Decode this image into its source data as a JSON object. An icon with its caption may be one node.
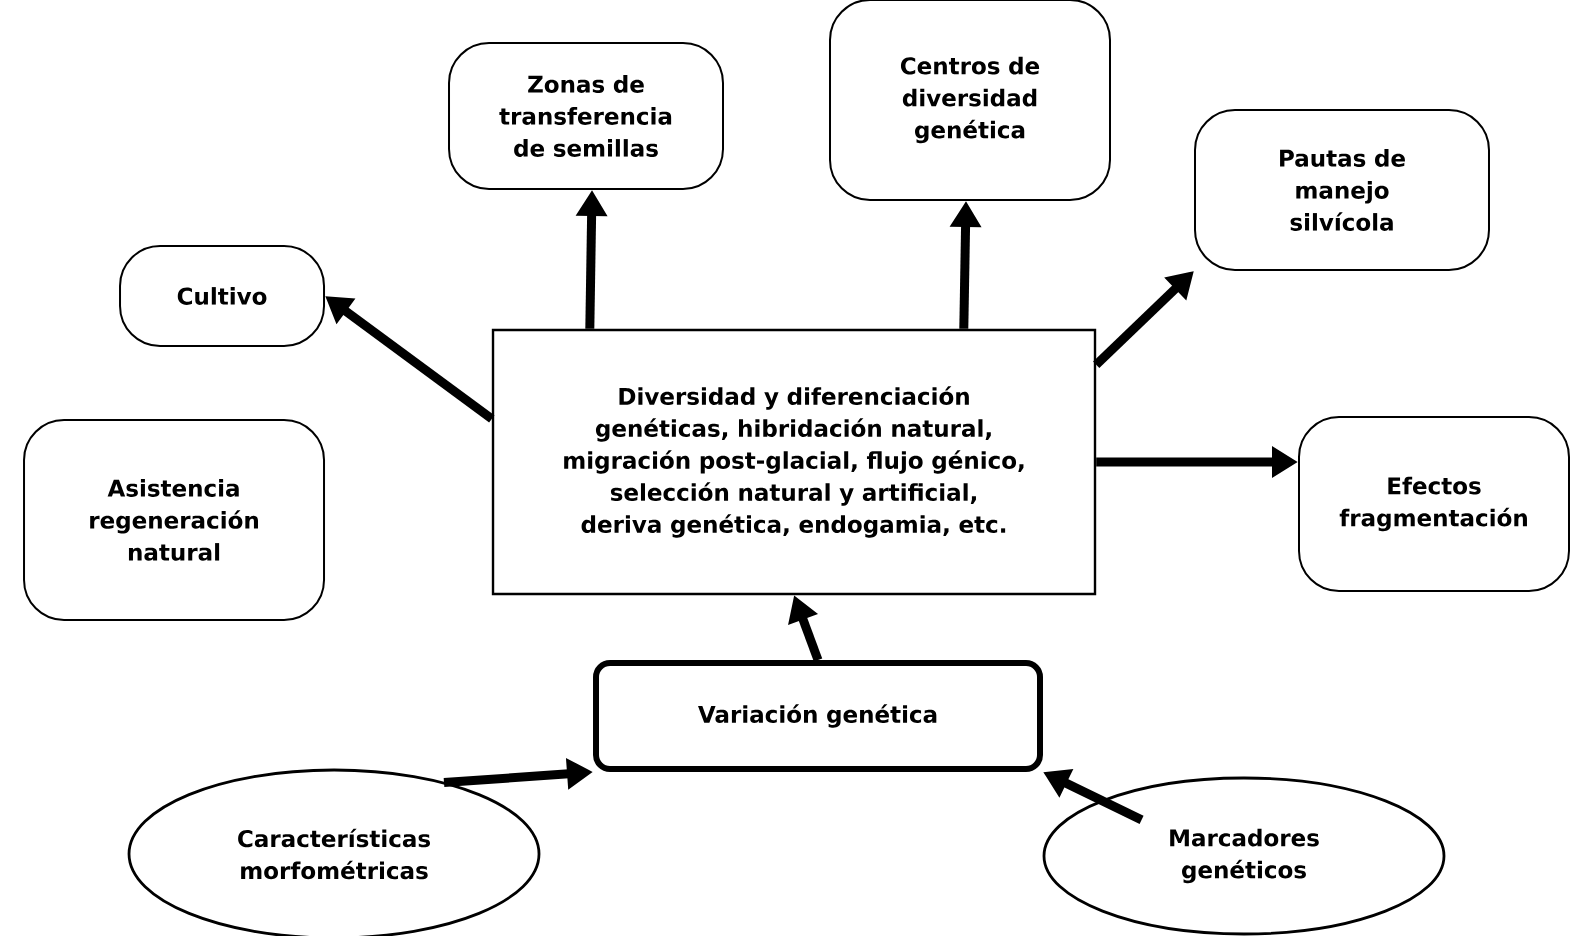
{
  "diagram": {
    "nodes": [
      {
        "text": [
          "Zonas de transferencia de semillas"
        ]
      },
      {
        "text": [
          "Centros de diversidad genética"
        ]
      },
      {
        "text": [
          "Pautas de manejo silvícola"
        ]
      },
      {
        "text": [
          "Cultivo"
        ]
      },
      {
        "text": [
          "Diversidad y diferenciación genéticas, hibridación natural, migración post-glacial, flujo génico, selección natural y artificial, deriva genética, endogamia, etc."
        ]
      },
      {
        "text": [
          "Asistencia regeneración natural"
        ]
      },
      {
        "text": [
          "Efectos fragmentación"
        ]
      },
      {
        "text": [
          "Variación genética"
        ]
      },
      {
        "text": [
          "Características morfométricas"
        ]
      },
      {
        "text": [
          "Marcadores genéticos"
        ]
      }
    ],
    "edges": [
      {
        "from": 4,
        "to": 3,
        "arrow": "to"
      },
      {
        "from": 4,
        "to": 0,
        "arrow": "to"
      },
      {
        "from": 4,
        "to": 1,
        "arrow": "to"
      },
      {
        "from": 4,
        "to": 2,
        "arrow": "to"
      },
      {
        "from": 4,
        "to": 6,
        "arrow": "to"
      },
      {
        "from": 7,
        "to": 4,
        "arrow": "to"
      },
      {
        "from": 8,
        "to": 7,
        "arrow": "to"
      },
      {
        "from": 9,
        "to": 7,
        "arrow": "to"
      }
    ]
  }
}
